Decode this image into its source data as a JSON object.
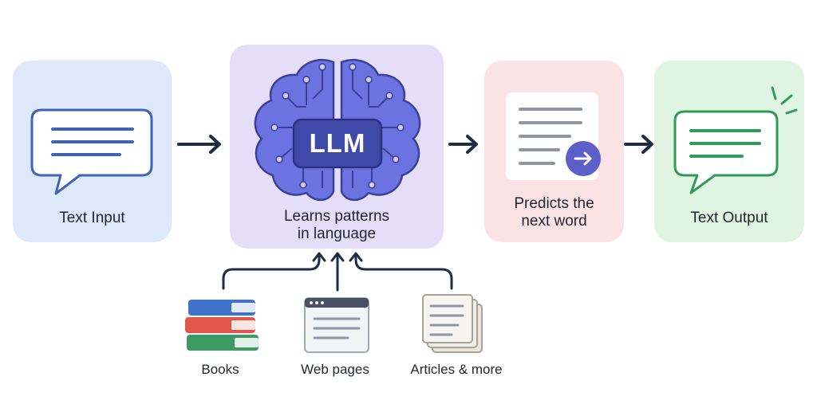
{
  "nodes": {
    "input": {
      "label": "Text Input"
    },
    "llm": {
      "badge": "LLM",
      "label_line1": "Learns patterns",
      "label_line2": "in language"
    },
    "predict": {
      "label_line1": "Predicts the",
      "label_line2": "next word"
    },
    "output": {
      "label": "Text Output"
    }
  },
  "sources": [
    {
      "label": "Books"
    },
    {
      "label": "Web pages"
    },
    {
      "label": "Articles & more"
    }
  ],
  "colors": {
    "input_bg": "#dde9fb",
    "llm_bg": "#e4def8",
    "predict_bg": "#fbe3e5",
    "output_bg": "#e0f4e2",
    "arrow": "#1f2a44",
    "brain": "#6b73e0",
    "accent_blue": "#3f63b6",
    "accent_green": "#2f9a5a"
  },
  "icons": [
    "speech-bubble-icon",
    "brain-icon",
    "document-icon",
    "arrow-circle-icon",
    "books-icon",
    "browser-window-icon",
    "stacked-pages-icon"
  ]
}
